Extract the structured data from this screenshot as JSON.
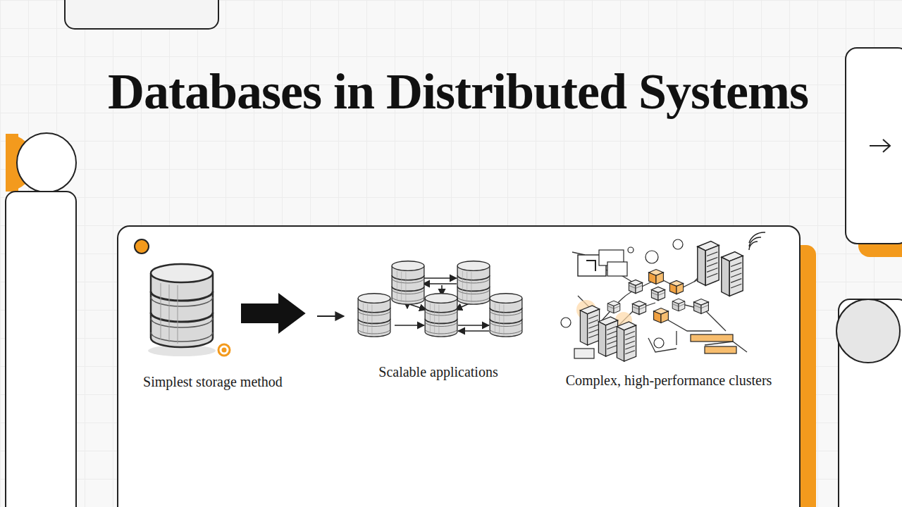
{
  "diagram": {
    "title": "Databases in Distributed Systems",
    "nodes": [
      {
        "text": [
          "Simplest storage method",
          "Scalable applications",
          "Complex, high-performance clusters"
        ]
      }
    ]
  }
}
